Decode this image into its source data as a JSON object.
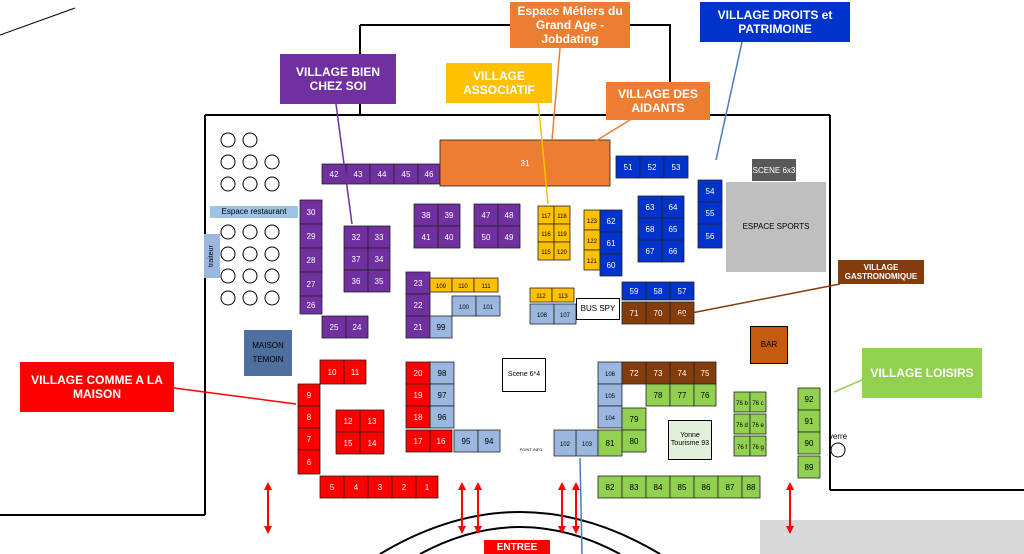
{
  "colors": {
    "purple": "#7030a0",
    "blue": "#0033cc",
    "lightblue": "#9bb7e0",
    "yellow": "#ffc000",
    "orange": "#ed7d31",
    "red": "#ff0000",
    "brown": "#843c0c",
    "green": "#92d050",
    "gray": "#bfbfbf",
    "slate": "#4f6f9f"
  },
  "villages": {
    "metiers": "Espace Métiers du Grand Age - Jobdating",
    "droits": "VILLAGE DROITS et PATRIMOINE",
    "bien_chez_soi": "VILLAGE BIEN CHEZ SOI",
    "associatif": "VILLAGE ASSOCIATIF",
    "aidants": "VILLAGE DES AIDANTS",
    "gastro": "VILLAGE GASTRONOMIQUE",
    "loisirs": "VILLAGE LOISIRS",
    "maison": "VILLAGE COMME A LA MAISON",
    "entree": "ENTREE"
  },
  "areas": {
    "espace_restaurant": "Espace restaurant",
    "traiteur": "traiteur",
    "maison_temoin": "MAISON TEMOIN",
    "scene_sports": "SCENE 6x3",
    "espace_sports": "ESPACE SPORTS",
    "bar": "BAR",
    "bus_spy": "BUS SPY",
    "scene_center": "Scene 6*4",
    "yonne": "Yonne Tourisme 93",
    "verre": "verre",
    "point_info": "POINT INFO"
  },
  "stands": {
    "purple": [
      "42",
      "43",
      "44",
      "45",
      "46",
      "30",
      "29",
      "28",
      "27",
      "26",
      "25",
      "24",
      "32",
      "33",
      "37",
      "34",
      "36",
      "35",
      "38",
      "39",
      "41",
      "40",
      "47",
      "48",
      "50",
      "49",
      "23",
      "22",
      "21"
    ],
    "orange": [
      "31"
    ],
    "yellow": [
      "117",
      "118",
      "116",
      "119",
      "115",
      "120",
      "123",
      "122",
      "121",
      "109",
      "110",
      "111",
      "112",
      "113"
    ],
    "blue": [
      "51",
      "52",
      "53",
      "54",
      "55",
      "56",
      "63",
      "64",
      "68",
      "65",
      "67",
      "66",
      "62",
      "61",
      "60",
      "59",
      "58",
      "57"
    ],
    "lightblue": [
      "100",
      "101",
      "108",
      "107",
      "99",
      "98",
      "97",
      "96",
      "95",
      "94",
      "106",
      "105",
      "104",
      "103",
      "102"
    ],
    "brown": [
      "71",
      "70",
      "69",
      "72",
      "73",
      "74",
      "75"
    ],
    "red": [
      "10",
      "11",
      "20",
      "19",
      "18",
      "17",
      "16",
      "9",
      "8",
      "7",
      "6",
      "12",
      "13",
      "15",
      "14",
      "5",
      "4",
      "3",
      "2",
      "1"
    ],
    "green": [
      "78",
      "77",
      "76",
      "79",
      "80",
      "81",
      "82",
      "83",
      "84",
      "85",
      "86",
      "87",
      "88",
      "92",
      "91",
      "90",
      "89",
      "76 b",
      "76 c",
      "76 d",
      "76 e",
      "76 f",
      "76 g"
    ]
  }
}
